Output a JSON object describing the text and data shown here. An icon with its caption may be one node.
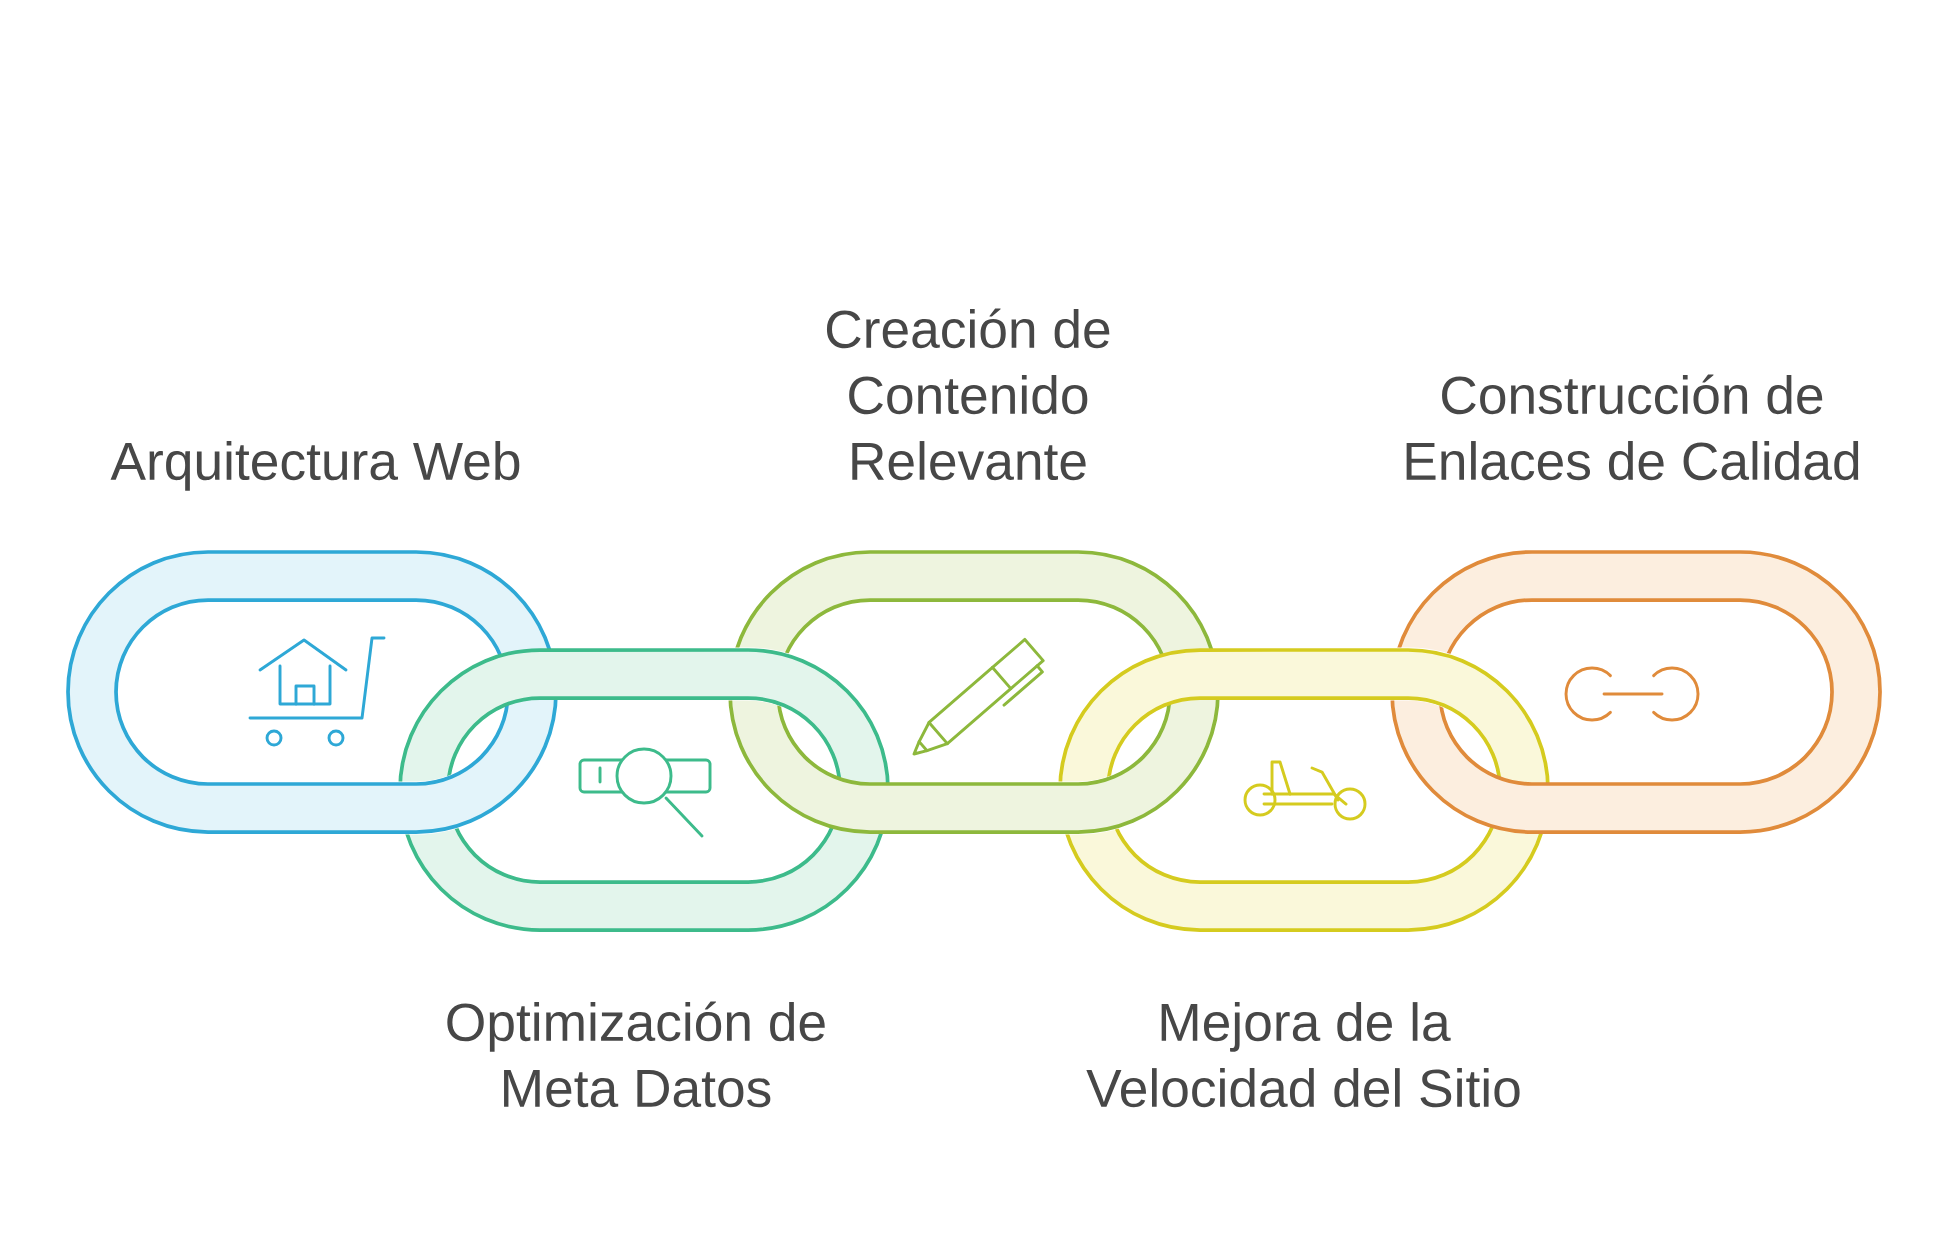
{
  "diagram": {
    "nodes": [
      {
        "text": [
          "Arquitectura Web"
        ]
      },
      {
        "text": [
          "Optimización de Meta Datos"
        ]
      },
      {
        "text": [
          "Creación de Contenido Relevante"
        ]
      },
      {
        "text": [
          "Mejora de la Velocidad del Sitio"
        ]
      },
      {
        "text": [
          "Construcción de Enlaces de Calidad"
        ]
      }
    ]
  }
}
